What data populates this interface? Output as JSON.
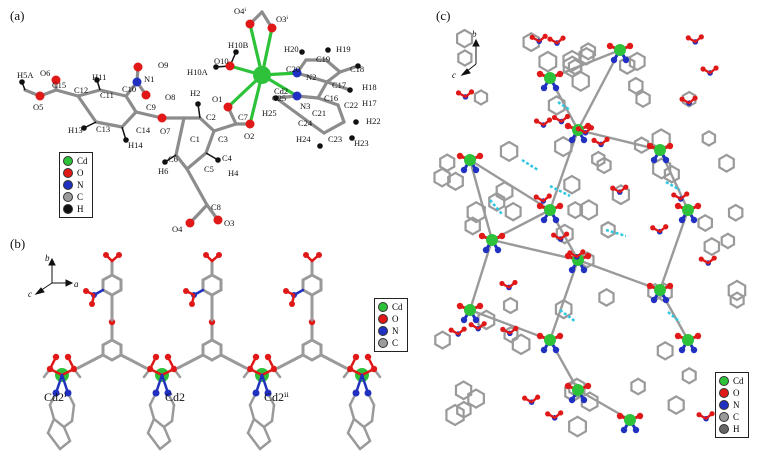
{
  "panels": {
    "a": {
      "label": "(a)"
    },
    "b": {
      "label": "(b)"
    },
    "c": {
      "label": "(c)"
    }
  },
  "atoms_a": {
    "H5A": "H5A",
    "O6": "O6",
    "C15": "C15",
    "O5": "O5",
    "H11": "H11",
    "C12": "C12",
    "C11": "C11",
    "C10": "C10",
    "N1": "N1",
    "O9": "O9",
    "O8": "O8",
    "C9": "C9",
    "C13": "C13",
    "H13": "H13",
    "C14": "C14",
    "H14": "H14",
    "O7": "O7",
    "H2": "H2",
    "C2": "C2",
    "C1": "C1",
    "C3": "C3",
    "C6": "C6",
    "C4": "C4",
    "H6": "H6",
    "C5": "C5",
    "H4": "H4",
    "C8": "C8",
    "O4": "O4",
    "O3": "O3",
    "C7": "C7",
    "O1": "O1",
    "O2": "O2",
    "O10": "O10",
    "H10A": "H10A",
    "H10B": "H10B",
    "O4i": "O4ⁱ",
    "O3i": "O3ⁱ",
    "Cd2": "Cd2",
    "H20": "H20",
    "C20": "C20",
    "N2": "N2",
    "C19": "C19",
    "H19": "H19",
    "C18": "C18",
    "C17": "C17",
    "H18": "H18",
    "C16": "C16",
    "H17": "H17",
    "C25": "C25",
    "N3": "N3",
    "H25": "H25",
    "C21": "C21",
    "C22": "C22",
    "C24": "C24",
    "H22": "H22",
    "H24": "H24",
    "C23": "C23",
    "H23": "H23"
  },
  "panel_b_labels": {
    "cd_left": "Cd2ⁱ",
    "cd_mid": "Cd2",
    "cd_right": "Cd2ⁱⁱ"
  },
  "axes": {
    "a": "a",
    "b": "b",
    "c": "c"
  },
  "legend_a": [
    {
      "element": "Cd",
      "color": "#2ec23a"
    },
    {
      "element": "O",
      "color": "#e01818"
    },
    {
      "element": "N",
      "color": "#2030c0"
    },
    {
      "element": "C",
      "color": "#9a9a9a"
    },
    {
      "element": "H",
      "color": "#111111"
    }
  ],
  "legend_b": [
    {
      "element": "Cd",
      "color": "#2ec23a"
    },
    {
      "element": "O",
      "color": "#e01818"
    },
    {
      "element": "N",
      "color": "#2030c0"
    },
    {
      "element": "C",
      "color": "#9a9a9a"
    }
  ],
  "legend_c": [
    {
      "element": "Cd",
      "color": "#2ec23a"
    },
    {
      "element": "O",
      "color": "#e01818"
    },
    {
      "element": "N",
      "color": "#2030c0"
    },
    {
      "element": "C",
      "color": "#9a9a9a"
    },
    {
      "element": "H",
      "color": "#666666"
    }
  ],
  "colors": {
    "Cd": "#2ec23a",
    "O": "#e01818",
    "N": "#2030c0",
    "C": "#9a9a9a",
    "H": "#111111",
    "hbond": "#30c8e0"
  }
}
